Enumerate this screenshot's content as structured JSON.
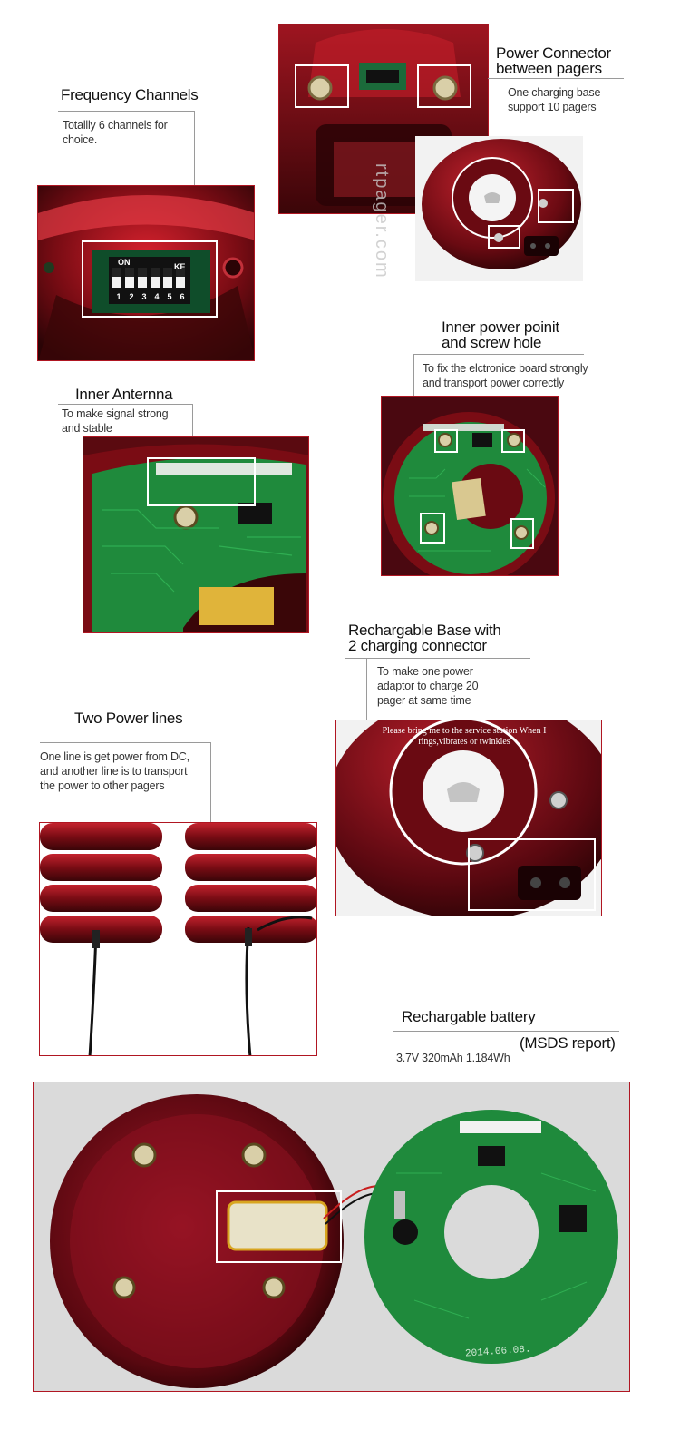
{
  "sections": {
    "frequency": {
      "title": "Frequency Channels",
      "desc_lines": [
        "Totallly 6 channels for",
        "choice."
      ],
      "dip_on": "ON",
      "dip_ke": "KE",
      "dip_numbers": [
        "1",
        "2",
        "3",
        "4",
        "5",
        "6"
      ]
    },
    "connector": {
      "title_lines": [
        "Power Connector",
        "between pagers"
      ],
      "desc_lines": [
        "One charging base",
        "support 10 pagers"
      ]
    },
    "inner_point": {
      "title_lines": [
        "Inner power poinit",
        "and screw hole"
      ],
      "desc_lines": [
        "To fix the elctronice board strongly",
        "and transport power correctly"
      ]
    },
    "antenna": {
      "title": "Inner Anternna",
      "desc_lines": [
        "To make signal strong",
        "and stable"
      ]
    },
    "base": {
      "title_lines": [
        "Rechargable Base with",
        "2 charging connector"
      ],
      "desc_lines": [
        "To make one power",
        "adaptor to charge 20",
        "pager at same time"
      ]
    },
    "power_lines": {
      "title": "Two Power lines",
      "desc_lines": [
        "One line is get power from DC,",
        "and another line is to transport",
        "the power to other pagers"
      ]
    },
    "battery": {
      "title": "Rechargable battery",
      "report": "(MSDS report)",
      "spec": "3.7V 320mAh 1.184Wh",
      "pcb_date": "2014.06.08."
    }
  },
  "watermark": "rtpager.com",
  "base_ring_text": "Please bring me to the service station  When I rings,vibrates or twinkles",
  "colors": {
    "accent_border": "#b01622",
    "pager_red": "#7a0c14",
    "pcb_green": "#1f8a3c",
    "highlight": "#ffffff"
  }
}
